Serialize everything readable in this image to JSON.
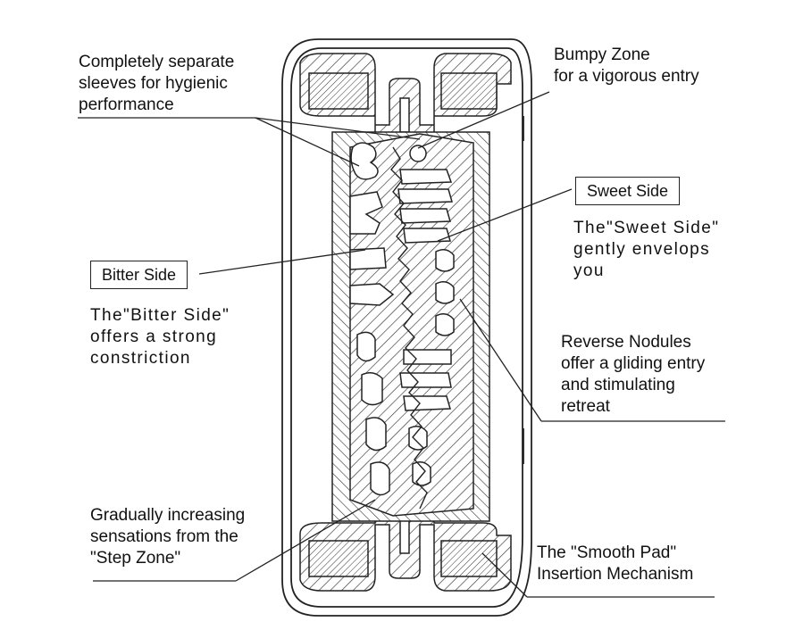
{
  "labels": {
    "separate_sleeves": "Completely separate\nsleeves for hygienic\nperformance",
    "bumpy_zone": "Bumpy Zone\nfor a vigorous entry",
    "sweet_side_title": "Sweet Side",
    "sweet_side_desc": "The\"Sweet Side\"\ngently envelops\nyou",
    "bitter_side_title": "Bitter Side",
    "bitter_side_desc": "The\"Bitter Side\"\noffers a strong\nconstriction",
    "reverse_nodules": "Reverse Nodules\noffer a gliding entry\nand stimulating\nretreat",
    "step_zone": "Gradually increasing\nsensations from the\n\"Step Zone\"",
    "smooth_pad": "The \"Smooth Pad\"\nInsertion Mechanism"
  },
  "colors": {
    "line": "#222222",
    "hatch": "#333333",
    "background": "#ffffff"
  }
}
